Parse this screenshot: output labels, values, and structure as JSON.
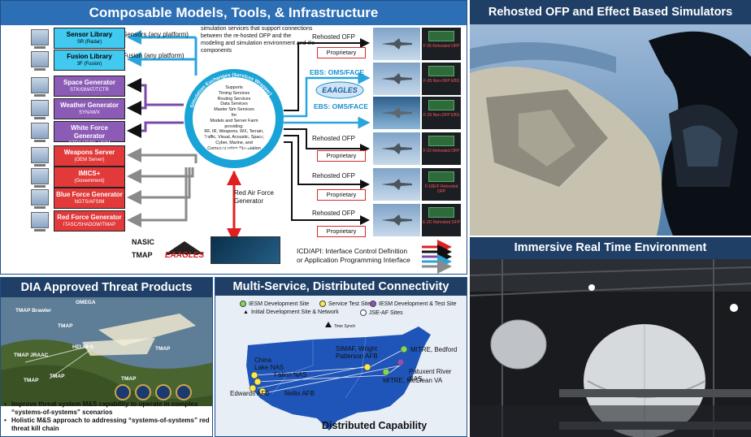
{
  "composable": {
    "title": "Composable Models, Tools, & Infrastructure",
    "top_note": "simulation services that support connections between the re-hosted OFP and the modeling and simulation environment and it's components",
    "libraries": [
      {
        "title": "Sensor Library",
        "sub": "SR (Radar)",
        "color": "cyan"
      },
      {
        "title": "Fusion Library",
        "sub": "3F (Fusion)",
        "color": "cyan"
      },
      {
        "title": "Space Generator",
        "sub": "STK/GMAT/TCTR",
        "color": "purple"
      },
      {
        "title": "Weather Generator",
        "sub": "SYNAWX",
        "color": "purple"
      },
      {
        "title": "White Force Generator",
        "sub": "STRAAR/IBI_VSIM",
        "color": "purple"
      },
      {
        "title": "Weapons Server",
        "sub": "(OEM Server)",
        "color": "red"
      },
      {
        "title": "IMICS+",
        "sub": "(Government)",
        "color": "red"
      },
      {
        "title": "Blue Force Generator",
        "sub": "NGTS/AFSIM",
        "color": "red"
      },
      {
        "title": "Red Force Generator",
        "sub": "ITASC/SHADOW/TMAP",
        "color": "red"
      }
    ],
    "sensor_flow": "Sensors (any platform)",
    "fusion_flow": "Fusion (any platform)",
    "hub_ring_top": "Simulation Exchanges (Services Wrapper)",
    "hub_ring_bottom": "Simulation Exchanges (Services Wrapper)",
    "hub_lines": [
      "Supports",
      "Timing Services",
      "Routing Services",
      "Data Services",
      "Master Sim Services",
      "for",
      "Models and Server Farm",
      "providing:",
      "RF, IR, Weapons, WX, Terrain,",
      "Traffic, Visual, Acoustic, Space,",
      "Cyber, Marine, and",
      "Communication Stimulation"
    ],
    "rehosted_ofp_label": "Rehosted OFP",
    "proprietary_label": "Proprietary",
    "ebs_label": "EBS: OMS/FACE",
    "eaagles_label": "EAAGLES",
    "simulators": [
      {
        "label": "F-35 Rehosted OFP"
      },
      {
        "label": "F-35 Non-OFP EBS"
      },
      {
        "label": "F-15 Non-OFP EBS"
      },
      {
        "label": "F-22 Rehosted OFP"
      },
      {
        "label": "F-18E/F Rehosted OFP"
      },
      {
        "label": "E-2D Rehosted OFP"
      }
    ],
    "red_air": "Red Air Force Generator",
    "nasic": "NASIC",
    "tmap": "TMAP",
    "icd_line1": "ICD/API: Interface Control Definition",
    "icd_line2": "or Application Programming Interface"
  },
  "rehosted": {
    "title": "Rehosted OFP and Effect Based Simulators"
  },
  "immersive": {
    "title": "Immersive Real Time Environment"
  },
  "dia": {
    "title": "DIA Approved Threat Products",
    "tags": [
      "OMEGA",
      "TMAP Brawler",
      "TMAP",
      "HELIO S",
      "TMAP",
      "TMAP JRAAC",
      "TMAP",
      "TMAP",
      "TMAP"
    ],
    "bullets": [
      "Improve threat system M&S capability to operate in complex “systems-of-systems” scenarios",
      "Holistic M&S approach to addressing “systems-of-systems” red threat kill chain"
    ]
  },
  "multi": {
    "title": "Multi-Service, Distributed Connectivity",
    "legend": {
      "iesm_dev": "IESM Development Site",
      "service_test": "Service Test Site",
      "iesm_dev_test": "IESM Development & Test Site",
      "initial": "Initial Development Site & Network",
      "jse": "JSE-AF Sites"
    },
    "time_synch": "Time Synch",
    "sites": {
      "china_lake": "China Lake NAS",
      "fallon": "Fallon NAS",
      "edwards": "Edwards AFB",
      "nellis": "Nellis AFB",
      "simaf": "SIMAF, Wright Patterson AFB",
      "mitre_bedford": "MITRE, Bedford",
      "pax": "Patuxent River NAS",
      "mitre_mclean": "MITRE, McClean VA"
    },
    "distributed": "Distributed Capability"
  },
  "colors": {
    "title_bar": "#2d6fb5",
    "hub": "#1aa3d6",
    "cyan": "#41c9ef",
    "purple": "#8b5bb6",
    "red": "#e23a3a"
  }
}
